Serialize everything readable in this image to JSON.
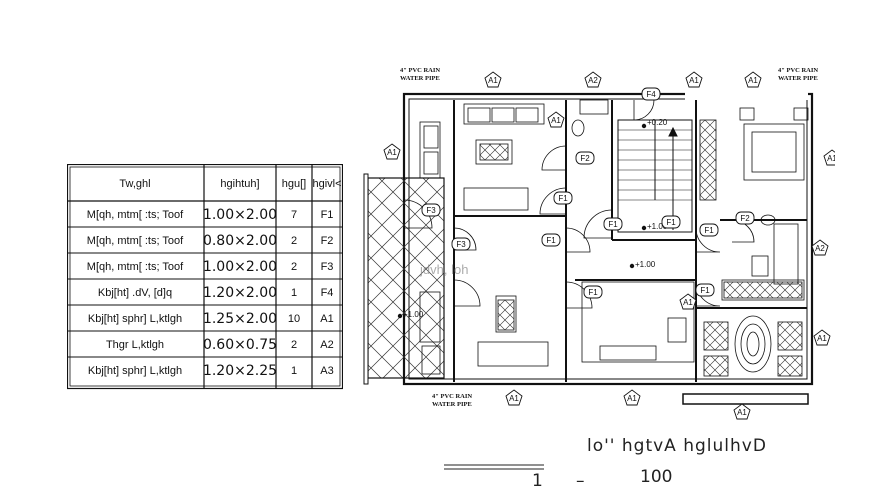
{
  "schedule": {
    "headers": [
      "hgivl<",
      "hgu[]",
      "hgihtuh]",
      "Tw,ghl"
    ],
    "rows": [
      {
        "mark": "F1",
        "qty": "7",
        "size": "1.00×2.00",
        "desc": "M[qh, mtm[ :ts; Toof"
      },
      {
        "mark": "F2",
        "qty": "2",
        "size": "0.80×2.00",
        "desc": "M[qh, mtm[ :ts; Toof"
      },
      {
        "mark": "F3",
        "qty": "2",
        "size": "1.00×2.00",
        "desc": "M[qh, mtm[ :ts; Toof"
      },
      {
        "mark": "F4",
        "qty": "1",
        "size": "1.20×2.00",
        "desc": "Kbj[ht] .dV, [d]q"
      },
      {
        "mark": "A1",
        "qty": "10",
        "size": "1.25×2.00",
        "desc": "Kbj[ht] sphr] L,ktlgh"
      },
      {
        "mark": "A2",
        "qty": "2",
        "size": "0.60×0.75",
        "desc": "Thgr L,ktlgh"
      },
      {
        "mark": "A3",
        "qty": "1",
        "size": "1.20×2.25",
        "desc": "Kbj[ht] sphr] L,ktlgh"
      }
    ]
  },
  "plan": {
    "pipe_note_line1": "4\" PVC RAIN",
    "pipe_note_line2": "WATER PIPE",
    "levels": [
      "+0.20",
      "+1.00",
      "+1.00",
      "+1.00"
    ],
    "window_tags": [
      "A1",
      "A2",
      "A1",
      "A1",
      "A1",
      "A1",
      "A2",
      "A1",
      "A1",
      "A1",
      "A1",
      "A1",
      "A1"
    ],
    "door_tags": [
      "F1",
      "F2",
      "F3",
      "F4",
      "F1",
      "F1",
      "F3",
      "F1",
      "F1",
      "F1",
      "F2",
      "F1"
    ],
    "stamp_text": "jdvh, loh"
  },
  "footer": {
    "title": "lo'' hgtvA hglulhvD",
    "scale_left": "1",
    "scale_dash": "–",
    "scale_right": "100"
  }
}
